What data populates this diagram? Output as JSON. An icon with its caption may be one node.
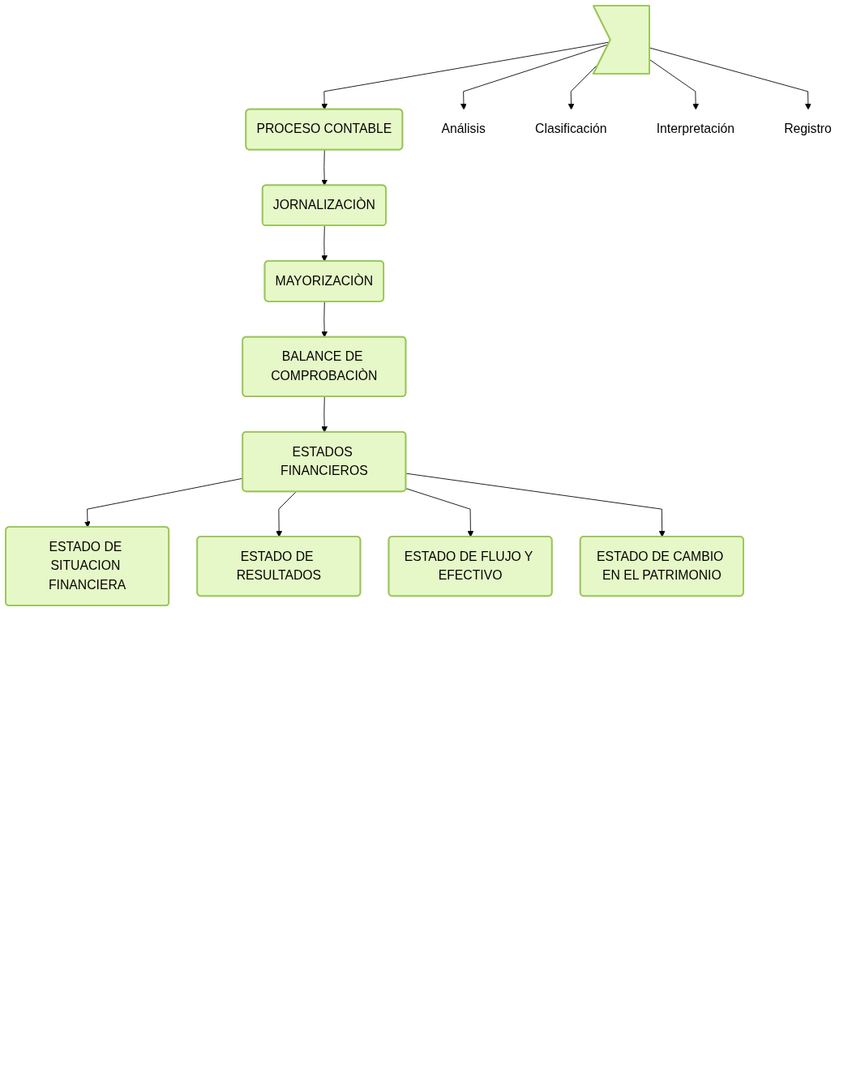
{
  "diagram": {
    "nodes": [
      {
        "text": [
          "PROCESO CONTABLE"
        ]
      },
      {
        "text": [],
        "shape": "pentagon"
      },
      {
        "text": [
          "Análisis"
        ]
      },
      {
        "text": [
          "Clasificación"
        ]
      },
      {
        "text": [
          "Interpretación"
        ]
      },
      {
        "text": [
          "Registro"
        ]
      },
      {
        "text": [
          "JORNALIZACIÒN"
        ]
      },
      {
        "text": [
          "MAYORIZACIÒN"
        ]
      },
      {
        "text": [
          "BALANCE DE COMPROBACIÒN"
        ]
      },
      {
        "text": [
          "ESTADOS FINANCIEROS"
        ]
      },
      {
        "text": [
          "ESTADO DE SITUACION FINANCIERA"
        ]
      },
      {
        "text": [
          "ESTADO DE RESULTADOS"
        ]
      },
      {
        "text": [
          "ESTADO DE FLUJO Y EFECTIVO"
        ]
      },
      {
        "text": [
          "ESTADO DE CAMBIO EN EL PATRIMONIO"
        ]
      }
    ],
    "edges": [
      {
        "from": 1,
        "to": 0,
        "arrow": "to"
      },
      {
        "from": 1,
        "to": 2,
        "arrow": "to"
      },
      {
        "from": 1,
        "to": 3,
        "arrow": "to"
      },
      {
        "from": 1,
        "to": 4,
        "arrow": "to"
      },
      {
        "from": 1,
        "to": 5,
        "arrow": "to"
      },
      {
        "from": 0,
        "to": 6,
        "arrow": "to"
      },
      {
        "from": 6,
        "to": 7,
        "arrow": "to"
      },
      {
        "from": 7,
        "to": 8,
        "arrow": "to"
      },
      {
        "from": 8,
        "to": 9,
        "arrow": "to"
      },
      {
        "from": 9,
        "to": 10,
        "arrow": "to"
      },
      {
        "from": 9,
        "to": 11,
        "arrow": "to"
      },
      {
        "from": 9,
        "to": 12,
        "arrow": "to"
      },
      {
        "from": 9,
        "to": 13,
        "arrow": "to"
      }
    ]
  }
}
